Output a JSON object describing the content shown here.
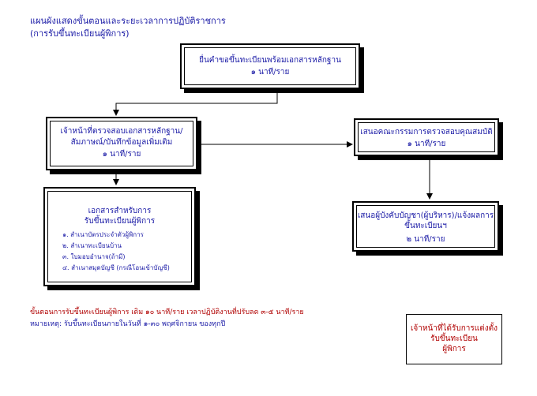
{
  "heading": {
    "line1": "แผนผังแสดงขั้นตอนและระยะเวลาการปฏิบัติราชการ",
    "line2": "(การรับขึ้นทะเบียนผู้พิการ)"
  },
  "steps": {
    "submit": {
      "line1": "ยื่นคำขอขึ้นทะเบียนพร้อมเอกสารหลักฐาน",
      "line2": "๑ นาที/ราย"
    },
    "verify": {
      "line1": "เจ้าหน้าที่ตรวจสอบเอกสารหลักฐาน/",
      "line2": "สัมภาษณ์/บันทึกข้อมูลเพิ่มเติม",
      "line3": "๑ นาที/ราย"
    },
    "committee": {
      "line1": "เสนอคณะกรรมการตรวจสอบคุณสมบัติ",
      "line2": "๑ นาที/ราย"
    },
    "approve": {
      "line1": "เสนอผู้บังคับบัญชา(ผู้บริหาร)/แจ้งผลการ",
      "line2": "ขึ้นทะเบียนฯ",
      "line3": "๒ นาที/ราย"
    }
  },
  "documents": {
    "title1": "เอกสารสำหรับการ",
    "title2": "รับขึ้นทะเบียนผู้พิการ",
    "items": [
      "๑. สำเนาบัตรประจำตัวผู้พิการ",
      "๒. สำเนาทะเบียนบ้าน",
      "๓. ใบมอบอำนาจ(ถ้ามี)",
      "๔. สำเนาสมุดบัญชี (กรณีโอนเข้าบัญชี)"
    ]
  },
  "notes": {
    "line1": "ขั้นตอนการรับขึ้นทะเบียนผู้พิการ  เดิม  ๑๐ นาที/ราย  เวลาปฏิบัติงานที่ปรับลด  ๓-๕ นาที/ราย",
    "line2": "หมายเหตุ: รับขึ้นทะเบียนภายในวันที่ ๑-๓๐ พฤศจิกายน ของทุกปี"
  },
  "responsible": {
    "line1": "เจ้าหน้าที่ได้รับการแต่งตั้ง",
    "line2": "รับขึ้นทะเบียน",
    "line3": "ผู้พิการ"
  },
  "colors": {
    "text_blue": "#1a1aa6",
    "text_red": "#b00000",
    "border": "#000000"
  }
}
